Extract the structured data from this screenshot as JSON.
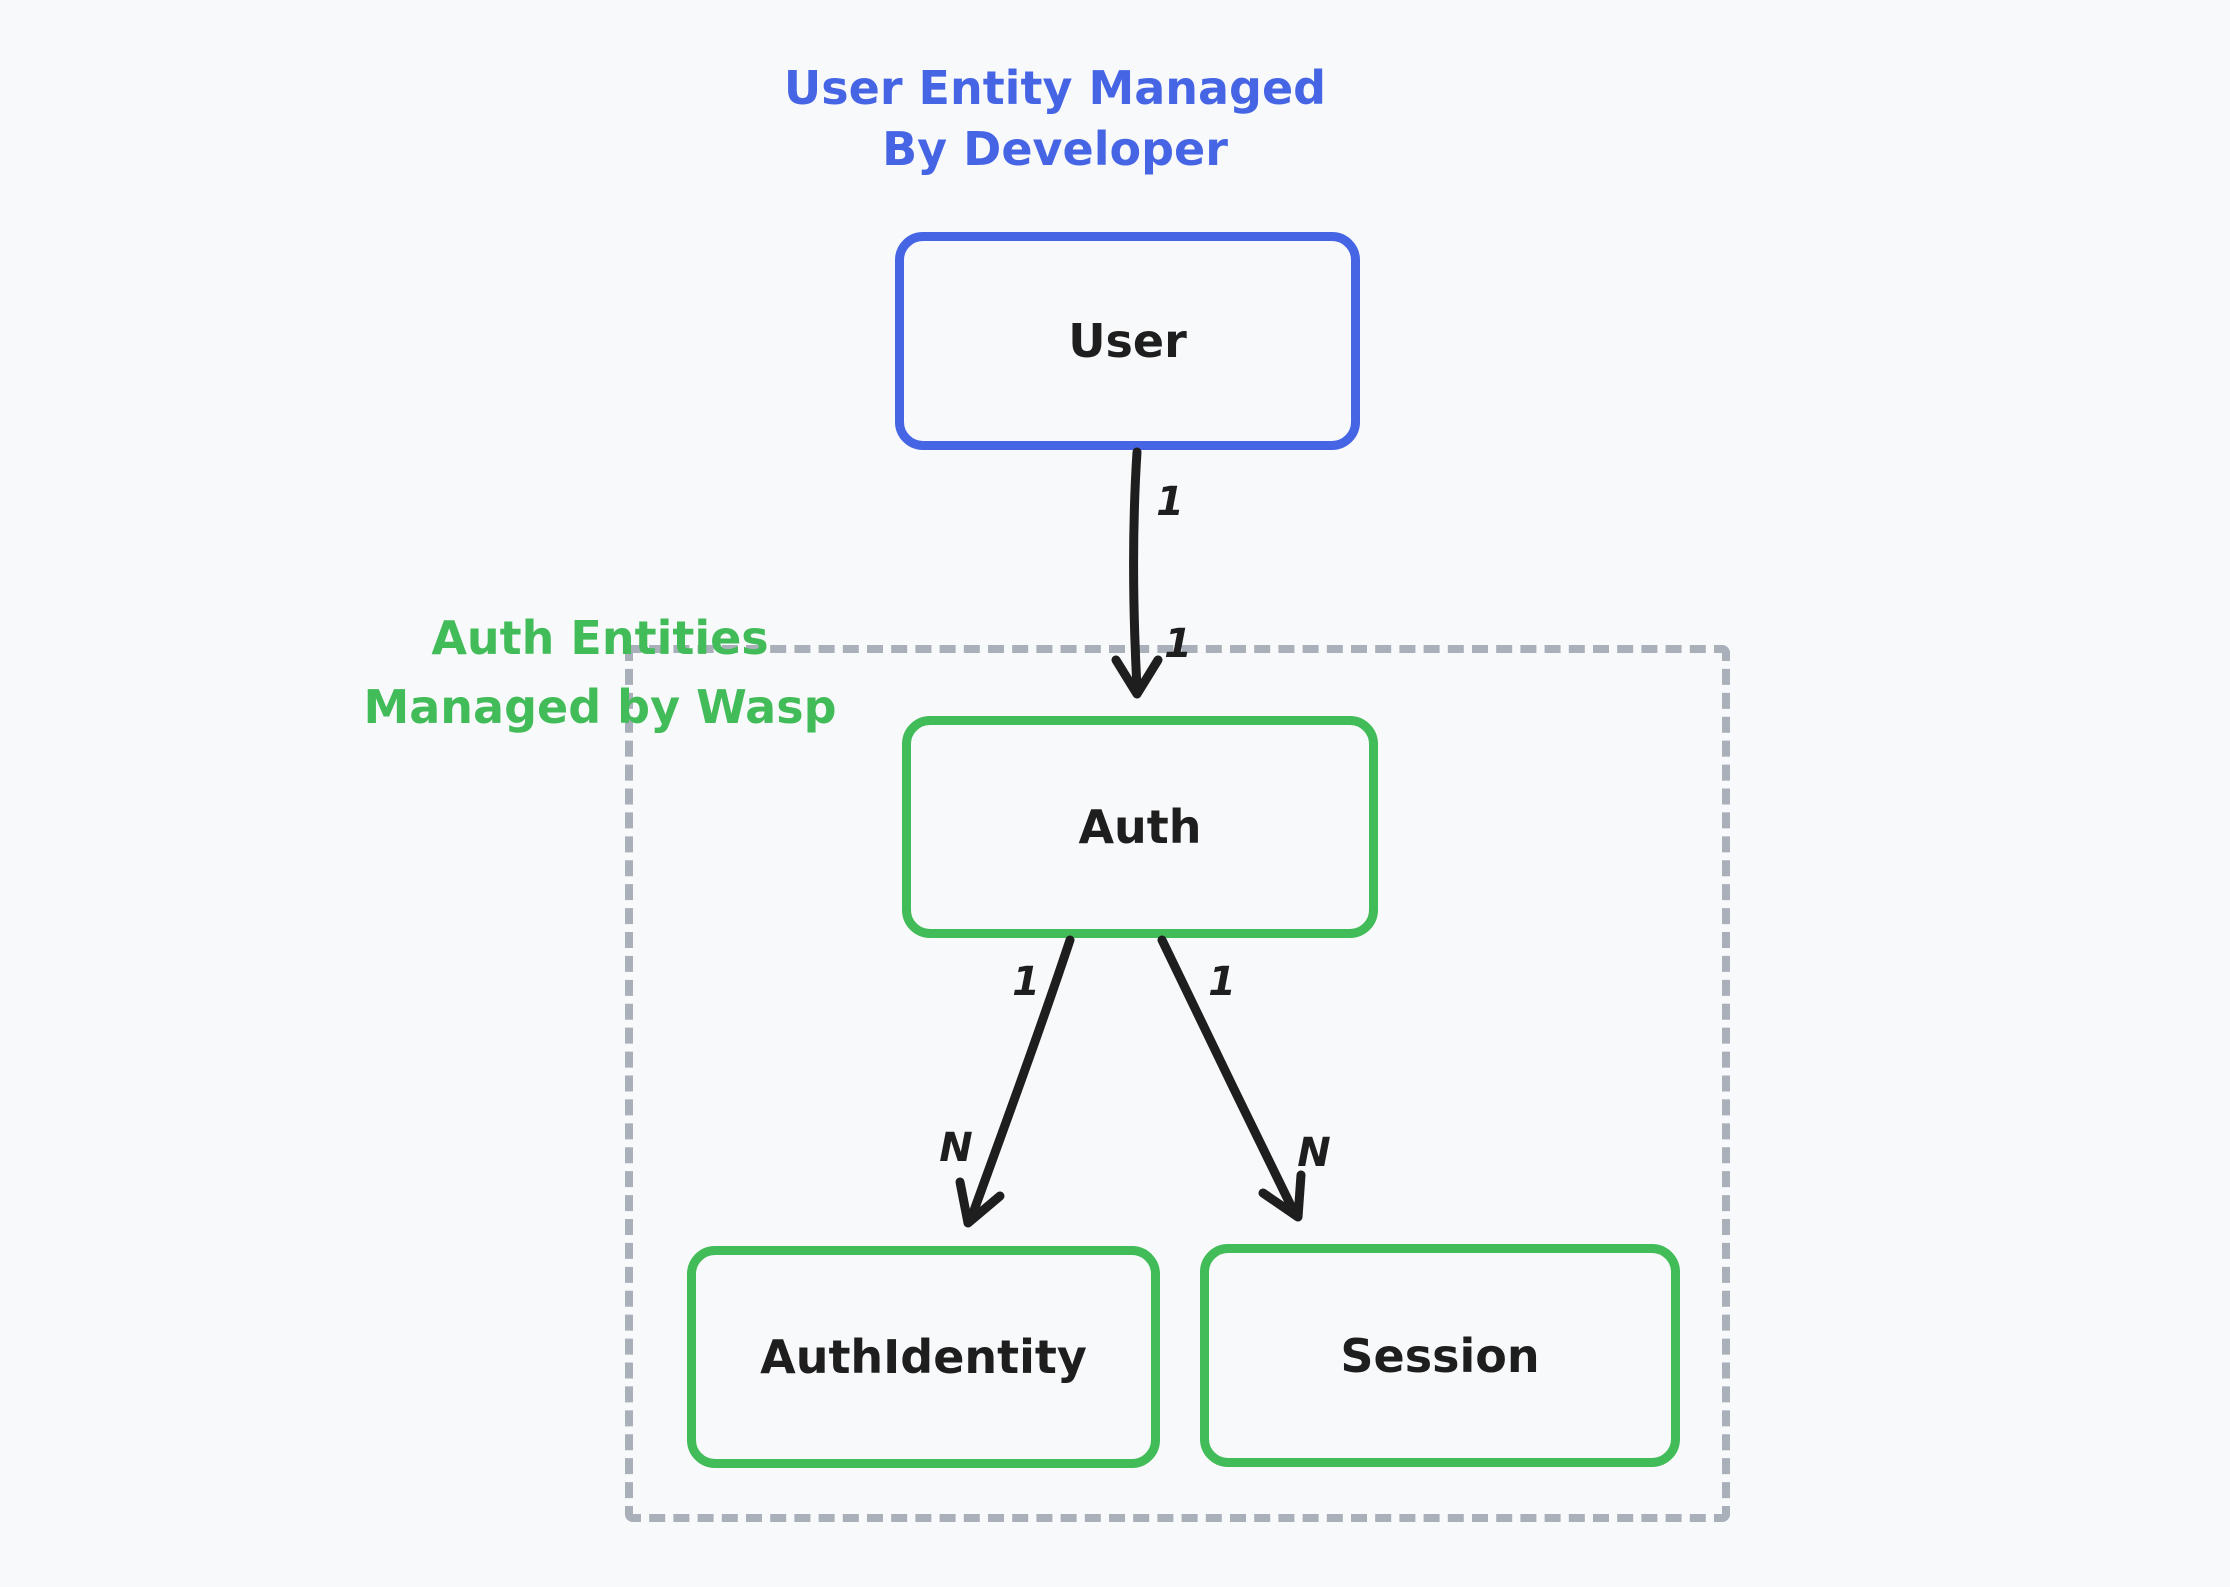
{
  "colors": {
    "bg": "#f8f9fb",
    "blue": "#4665e5",
    "green": "#42bb59",
    "dash": "#a9b0ba",
    "ink": "#1e1e1e"
  },
  "title": {
    "line1": "User Entity Managed",
    "line2": "By Developer"
  },
  "group": {
    "label_line1": "Auth Entities",
    "label_line2": "Managed by Wasp"
  },
  "entities": {
    "user": {
      "label": "User"
    },
    "auth": {
      "label": "Auth"
    },
    "auth_identity": {
      "label": "AuthIdentity"
    },
    "session": {
      "label": "Session"
    }
  },
  "relationships": {
    "user_auth": {
      "from": "User",
      "to": "Auth",
      "source_cardinality": "1",
      "target_cardinality": "1"
    },
    "auth_auth_identity": {
      "from": "Auth",
      "to": "AuthIdentity",
      "source_cardinality": "1",
      "target_cardinality": "N"
    },
    "auth_session": {
      "from": "Auth",
      "to": "Session",
      "source_cardinality": "1",
      "target_cardinality": "N"
    }
  }
}
